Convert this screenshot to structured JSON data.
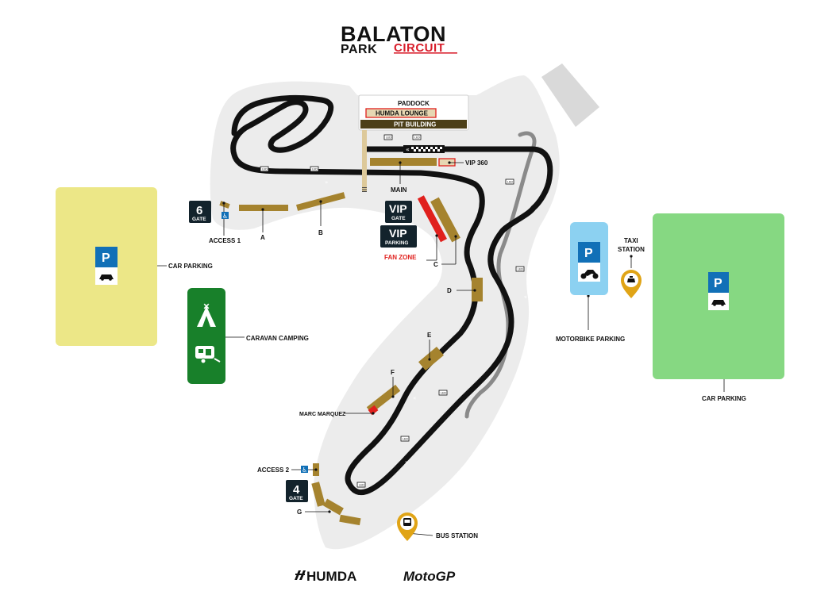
{
  "brand": {
    "line1": "BALATON",
    "line2a": "PARK",
    "line2b": "CIRCUIT",
    "sponsor1": "HUMDA",
    "sponsor2": "MotoGP"
  },
  "paddock": {
    "title": "PADDOCK",
    "lounge": "HUMDA LOUNGE",
    "pit": "PIT BUILDING"
  },
  "labels": {
    "vip360": "VIP 360",
    "main": "MAIN",
    "access1": "ACCESS 1",
    "access2": "ACCESS 2",
    "fan_zone": "FAN ZONE",
    "marc_marquez": "MARC MARQUEZ",
    "car_parking_left": "CAR PARKING",
    "car_parking_right": "CAR PARKING",
    "caravan_camping": "CARAVAN CAMPING",
    "motorbike_parking": "MOTORBIKE PARKING",
    "taxi_line1": "TAXI",
    "taxi_line2": "STATION",
    "bus_station": "BUS STATION"
  },
  "stands": {
    "a": "A",
    "b": "B",
    "c": "C",
    "d": "D",
    "e": "E",
    "f": "F",
    "g": "G"
  },
  "gates": {
    "gate6_num": "6",
    "gate6_word": "GATE",
    "gate4_num": "4",
    "gate4_word": "GATE"
  },
  "vip": {
    "gate_big": "VIP",
    "gate_small": "GATE",
    "parking_big": "VIP",
    "parking_small": "PARKING"
  },
  "parking_signs": {
    "left": "P",
    "motorbike": "P",
    "right": "P"
  },
  "led_text": "LED",
  "icons": [
    "car-icon",
    "motorbike-icon",
    "tent-icon",
    "caravan-icon",
    "taxi-icon",
    "bus-icon",
    "wheelchair-icon",
    "chevron-icon"
  ],
  "colors": {
    "track": "#111111",
    "grandstand": "#a5832e",
    "fan_zone": "#e0201d",
    "car_parking_left": "#ece787",
    "car_parking_right": "#86d882",
    "motorbike_parking": "#8cd1f1",
    "camping": "#18802a",
    "p_sign": "#1170b7",
    "gate_bg": "#13232c",
    "marker": "#e0a416",
    "grey_area": "#ececec"
  }
}
